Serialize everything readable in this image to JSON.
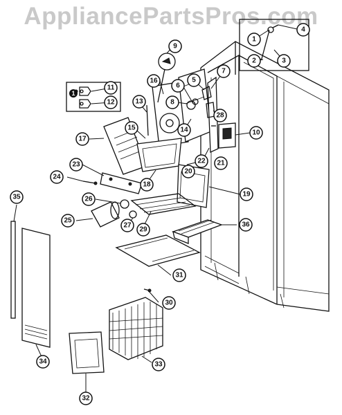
{
  "watermark": "AppliancePartsPros.com",
  "callouts": [
    {
      "n": "1"
    },
    {
      "n": "2"
    },
    {
      "n": "3"
    },
    {
      "n": "4"
    },
    {
      "n": "5"
    },
    {
      "n": "6"
    },
    {
      "n": "7"
    },
    {
      "n": "8"
    },
    {
      "n": "9"
    },
    {
      "n": "10"
    },
    {
      "n": "11"
    },
    {
      "n": "12"
    },
    {
      "n": "13"
    },
    {
      "n": "14"
    },
    {
      "n": "15"
    },
    {
      "n": "16"
    },
    {
      "n": "17"
    },
    {
      "n": "18"
    },
    {
      "n": "19"
    },
    {
      "n": "20"
    },
    {
      "n": "21"
    },
    {
      "n": "22"
    },
    {
      "n": "23"
    },
    {
      "n": "24"
    },
    {
      "n": "25"
    },
    {
      "n": "26"
    },
    {
      "n": "27"
    },
    {
      "n": "28"
    },
    {
      "n": "29"
    },
    {
      "n": "30"
    },
    {
      "n": "31"
    },
    {
      "n": "32"
    },
    {
      "n": "33"
    },
    {
      "n": "34"
    },
    {
      "n": "35"
    },
    {
      "n": "36"
    }
  ],
  "inset_marker": "1"
}
